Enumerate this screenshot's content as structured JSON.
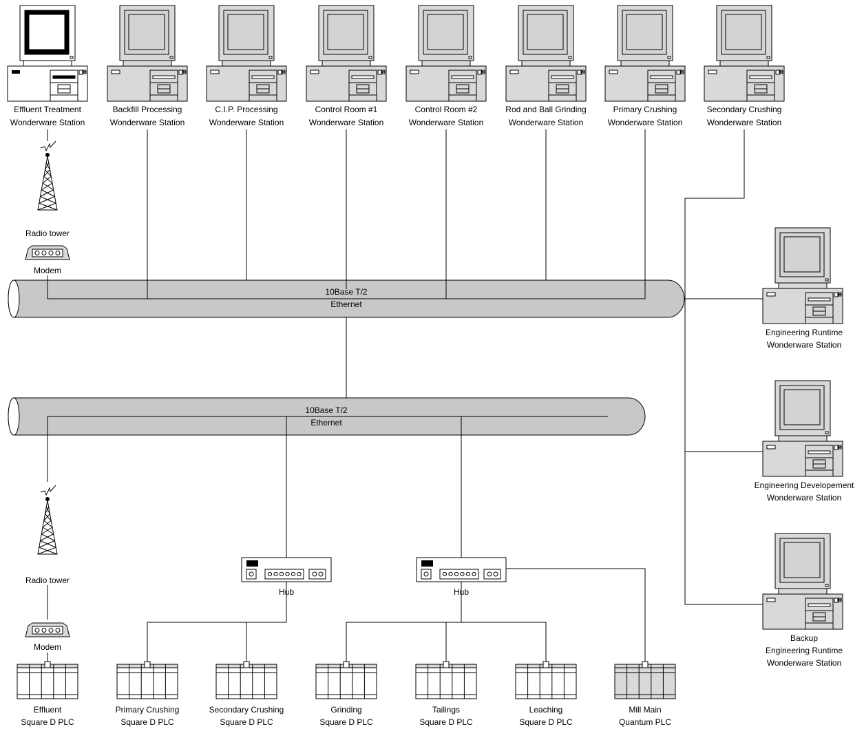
{
  "diagram": {
    "networks": [
      {
        "id": "net-top",
        "line1": "10Base T/2",
        "line2": "Ethernet"
      },
      {
        "id": "net-bottom",
        "line1": "10Base T/2",
        "line2": "Ethernet"
      }
    ],
    "top_stations": [
      {
        "line1": "Effluent Treatment",
        "line2": "Wonderware Station",
        "screen": "black"
      },
      {
        "line1": "Backfill Processing",
        "line2": "Wonderware Station",
        "screen": "gray"
      },
      {
        "line1": "C.I.P. Processing",
        "line2": "Wonderware Station",
        "screen": "gray"
      },
      {
        "line1": "Control Room #1",
        "line2": "Wonderware Station",
        "screen": "gray"
      },
      {
        "line1": "Control Room #2",
        "line2": "Wonderware Station",
        "screen": "gray"
      },
      {
        "line1": "Rod and Ball Grinding",
        "line2": "Wonderware Station",
        "screen": "gray"
      },
      {
        "line1": "Primary Crushing",
        "line2": "Wonderware Station",
        "screen": "gray"
      },
      {
        "line1": "Secondary Crushing",
        "line2": "Wonderware Station",
        "screen": "gray"
      }
    ],
    "side_stations": [
      {
        "lines": [
          "Engineering Runtime",
          "Wonderware Station"
        ]
      },
      {
        "lines": [
          "Engineering Developement",
          "Wonderware Station"
        ]
      },
      {
        "lines": [
          "Backup",
          "Engineering Runtime",
          "Wonderware Station"
        ]
      }
    ],
    "radio_towers": [
      {
        "label": "Radio tower"
      },
      {
        "label": "Radio tower"
      }
    ],
    "modems": [
      {
        "label": "Modem"
      },
      {
        "label": "Modem"
      }
    ],
    "hubs": [
      {
        "label": "Hub"
      },
      {
        "label": "Hub"
      }
    ],
    "plcs": [
      {
        "line1": "Effluent",
        "line2": "Square D PLC",
        "shade": "white"
      },
      {
        "line1": "Primary Crushing",
        "line2": "Square D PLC",
        "shade": "white"
      },
      {
        "line1": "Secondary Crushing",
        "line2": "Square D PLC",
        "shade": "white"
      },
      {
        "line1": "Grinding",
        "line2": "Square D PLC",
        "shade": "white"
      },
      {
        "line1": "Tailings",
        "line2": "Square D PLC",
        "shade": "white"
      },
      {
        "line1": "Leaching",
        "line2": "Square D PLC",
        "shade": "white"
      },
      {
        "line1": "Mill Main",
        "line2": "Quantum PLC",
        "shade": "gray"
      }
    ],
    "colors": {
      "cable": "#c8c8c8",
      "device": "#d9d9d9",
      "screen": "#d3d3d3",
      "line": "#000000"
    }
  }
}
